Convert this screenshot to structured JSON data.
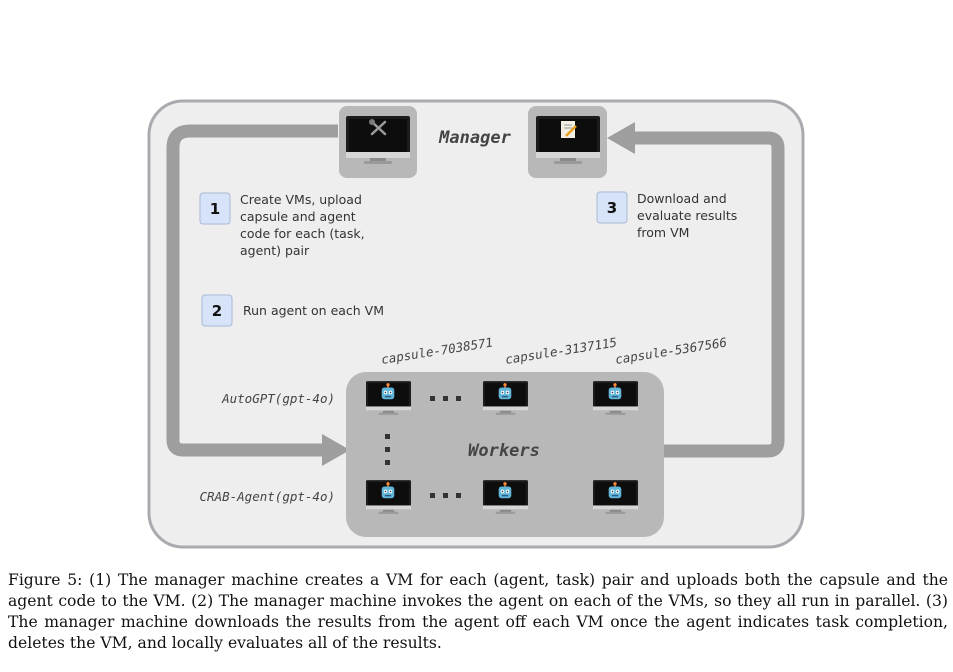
{
  "manager": {
    "title": "Manager"
  },
  "workers": {
    "title": "Workers"
  },
  "steps": [
    {
      "number": "1",
      "lines": [
        "Create VMs, upload",
        "capsule and agent",
        "code for each (task,",
        "agent) pair"
      ]
    },
    {
      "number": "2",
      "lines": [
        "Run agent on each VM"
      ]
    },
    {
      "number": "3",
      "lines": [
        "Download and",
        "evaluate results",
        "from VM"
      ]
    }
  ],
  "capsules": [
    "capsule-7038571",
    "capsule-3137115",
    "capsule-5367566"
  ],
  "agents": [
    "AutoGPT(gpt-4o)",
    "CRAB-Agent(gpt-4o)"
  ],
  "icons": {
    "manager_left": "tools-monitor-icon",
    "manager_right": "document-edit-monitor-icon",
    "worker": "robot-monitor-icon"
  },
  "colors": {
    "panel_fill": "#eeeeee",
    "panel_border": "#a9aaae",
    "arrow": "#9e9e9e",
    "workers_fill": "#b8b8b8",
    "step_badge": "#d7e3f8"
  },
  "caption": "Figure 5: (1) The manager machine creates a VM for each (agent, task) pair and uploads both the capsule and the agent code to the VM. (2) The manager machine invokes the agent on each of the VMs, so they all run in parallel. (3) The manager machine downloads the results from the agent off each VM once the agent indicates task completion, deletes the VM, and locally evaluates all of the results."
}
